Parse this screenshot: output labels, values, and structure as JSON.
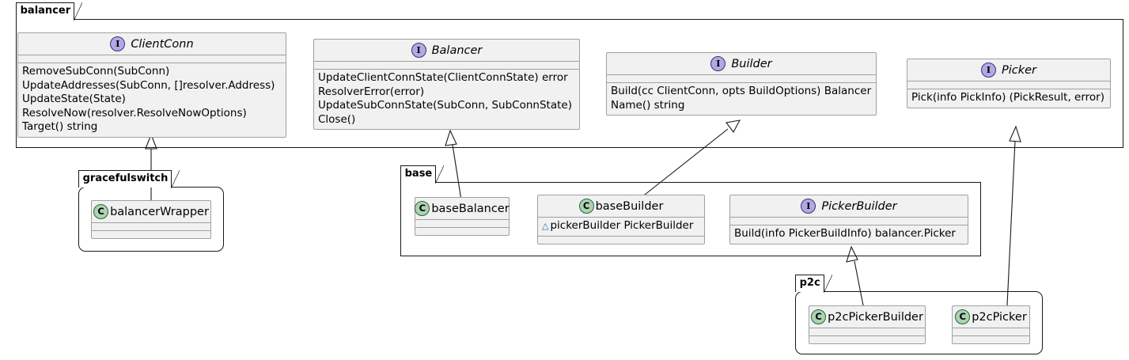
{
  "diagram": {
    "type": "uml-class-diagram",
    "title": "balancer"
  },
  "packages": [
    {
      "id": "balancer",
      "label": "balancer"
    },
    {
      "id": "gracefulswitch",
      "label": "gracefulswitch"
    },
    {
      "id": "base",
      "label": "base"
    },
    {
      "id": "p2c",
      "label": "p2c"
    }
  ],
  "nodes": {
    "clientconn": {
      "name": "ClientConn",
      "stereotype": "interface",
      "icon": "interface-icon",
      "icon_letter": "I",
      "package": "balancer",
      "fields": [],
      "methods": [
        "RemoveSubConn(SubConn)",
        "UpdateAddresses(SubConn, []resolver.Address)",
        "UpdateState(State)",
        "ResolveNow(resolver.ResolveNowOptions)",
        "Target() string"
      ]
    },
    "balancer_iface": {
      "name": "Balancer",
      "stereotype": "interface",
      "icon": "interface-icon",
      "icon_letter": "I",
      "package": "balancer",
      "fields": [],
      "methods": [
        "UpdateClientConnState(ClientConnState) error",
        "ResolverError(error)",
        "UpdateSubConnState(SubConn, SubConnState)",
        "Close()"
      ]
    },
    "builder": {
      "name": "Builder",
      "stereotype": "interface",
      "icon": "interface-icon",
      "icon_letter": "I",
      "package": "balancer",
      "fields": [],
      "methods": [
        "Build(cc ClientConn, opts BuildOptions) Balancer",
        "Name() string"
      ]
    },
    "picker": {
      "name": "Picker",
      "stereotype": "interface",
      "icon": "interface-icon",
      "icon_letter": "I",
      "package": "balancer",
      "fields": [],
      "methods": [
        "Pick(info PickInfo) (PickResult, error)"
      ]
    },
    "balancerwrapper": {
      "name": "balancerWrapper",
      "stereotype": "class",
      "icon": "class-icon",
      "icon_letter": "C",
      "package": "gracefulswitch",
      "fields": [],
      "methods": []
    },
    "basebalancer": {
      "name": "baseBalancer",
      "stereotype": "class",
      "icon": "class-icon",
      "icon_letter": "C",
      "package": "base",
      "fields": [],
      "methods": []
    },
    "basebuilder": {
      "name": "baseBuilder",
      "stereotype": "class",
      "icon": "class-icon",
      "icon_letter": "C",
      "package": "base",
      "fields": [
        {
          "visibility": "~",
          "text": "pickerBuilder PickerBuilder"
        }
      ],
      "methods": []
    },
    "pickerbuilder": {
      "name": "PickerBuilder",
      "stereotype": "interface",
      "icon": "interface-icon",
      "icon_letter": "I",
      "package": "base",
      "fields": [],
      "methods": [
        "Build(info PickerBuildInfo) balancer.Picker"
      ]
    },
    "p2cpickerbuilder": {
      "name": "p2cPickerBuilder",
      "stereotype": "class",
      "icon": "class-icon",
      "icon_letter": "C",
      "package": "p2c",
      "fields": [],
      "methods": []
    },
    "p2cpicker": {
      "name": "p2cPicker",
      "stereotype": "class",
      "icon": "class-icon",
      "icon_letter": "C",
      "package": "p2c",
      "fields": [],
      "methods": []
    }
  },
  "relations": [
    {
      "from": "balancerwrapper",
      "to": "clientconn",
      "type": "realization"
    },
    {
      "from": "basebalancer",
      "to": "balancer_iface",
      "type": "realization"
    },
    {
      "from": "basebuilder",
      "to": "builder",
      "type": "realization"
    },
    {
      "from": "p2cpickerbuilder",
      "to": "pickerbuilder",
      "type": "realization"
    },
    {
      "from": "p2cpicker",
      "to": "picker",
      "type": "realization"
    }
  ],
  "colors": {
    "interface_icon_fill": "#b4a7e5",
    "interface_icon_stroke": "#3f2e6e",
    "class_icon_fill": "#add1b2",
    "class_icon_stroke": "#1f6b33",
    "node_fill": "#f1f1f1",
    "node_stroke": "#a0a0a0",
    "line": "#181818",
    "background": "#ffffff",
    "visibility_marker": "#1a6fb0"
  }
}
